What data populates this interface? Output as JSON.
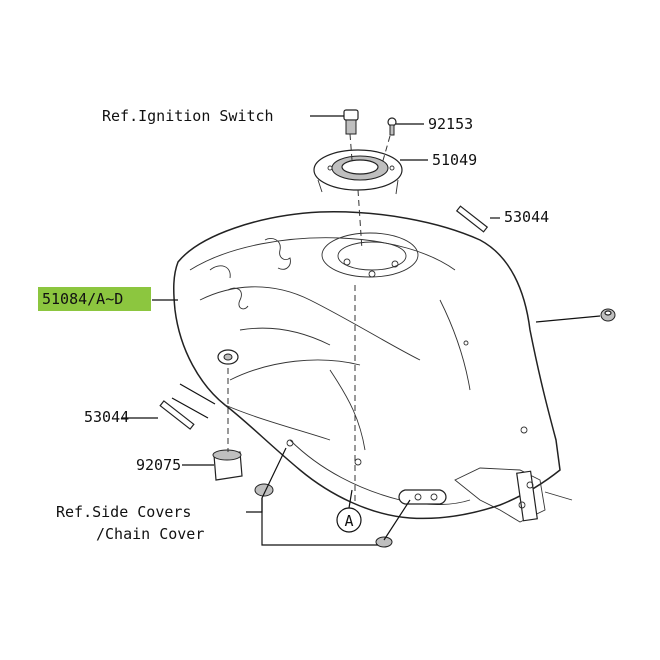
{
  "callouts": {
    "ignition_switch": "Ref.Ignition Switch",
    "p92153": "92153",
    "p51049": "51049",
    "p53044_top": "53044",
    "p51084": "51084/A~D",
    "p53044_left": "53044",
    "p92075": "92075",
    "side_covers_1": "Ref.Side Covers",
    "side_covers_2": "/Chain Cover",
    "marker_a": "A"
  },
  "colors": {
    "highlight": "#8cc63f",
    "line": "#111111"
  }
}
